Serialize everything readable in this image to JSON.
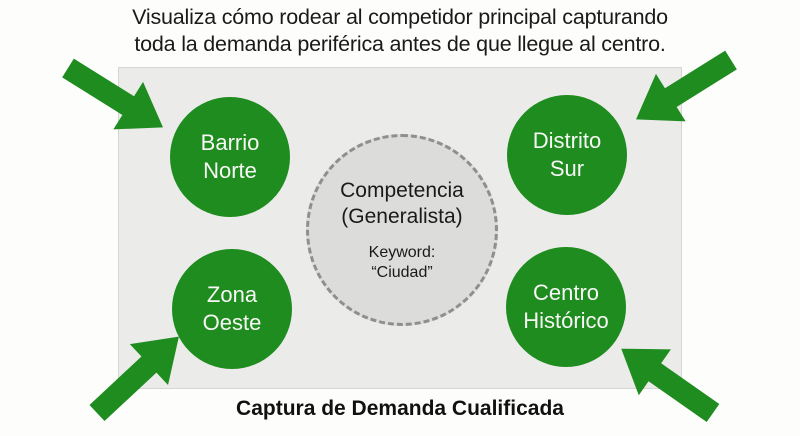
{
  "title": {
    "line1": "Visualiza cómo rodear al competidor principal capturando",
    "line2": "toda la demanda periférica antes de que llegue al centro."
  },
  "diagram": {
    "center": {
      "line1": "Competencia",
      "line2": "(Generalista)",
      "keyword_label": "Keyword:",
      "keyword_value": "“Ciudad”"
    },
    "nodes": [
      {
        "id": "barrio-norte",
        "line1": "Barrio",
        "line2": "Norte"
      },
      {
        "id": "distrito-sur",
        "line1": "Distrito",
        "line2": "Sur"
      },
      {
        "id": "zona-oeste",
        "line1": "Zona",
        "line2": "Oeste"
      },
      {
        "id": "centro-historico",
        "line1": "Centro",
        "line2": "Histórico"
      }
    ]
  },
  "caption": "Captura de Demanda Cualificada",
  "colors": {
    "green": "#1e8c1e",
    "board_bg": "#ebebe9",
    "board_border": "#d5d5d2",
    "center_fill": "#dcdcda",
    "center_border": "#8f8f8f",
    "text_dark": "#1a1a1a",
    "node_text": "#f7f7f5"
  }
}
